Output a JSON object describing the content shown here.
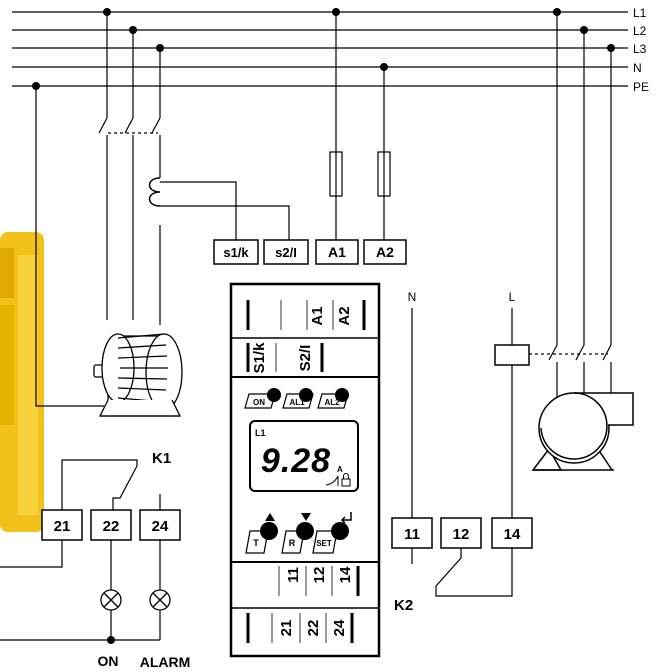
{
  "bus": {
    "l1": "L1",
    "l2": "L2",
    "l3": "L3",
    "n": "N",
    "pe": "PE"
  },
  "ct_terminals": {
    "s1": "s1/k",
    "s2": "s2/I"
  },
  "supply_terminals": {
    "a1": "A1",
    "a2": "A2"
  },
  "device": {
    "top_labels": {
      "a1": "A1",
      "a2": "A2",
      "s1": "S1/k",
      "s2": "S2/I"
    },
    "leds": {
      "on": "ON",
      "al1": "AL1",
      "al2": "AL2"
    },
    "display": {
      "phase": "L1",
      "value": "9.28",
      "unit": "A"
    },
    "buttons": {
      "t": "T",
      "r": "R",
      "set": "SET"
    },
    "bottom_labels": {
      "c11": "11",
      "c12": "12",
      "c14": "14",
      "c21": "21",
      "c22": "22",
      "c24": "24"
    }
  },
  "relay_k1": {
    "name": "K1",
    "t21": "21",
    "t22": "22",
    "t24": "24",
    "lamp_on": "ON",
    "lamp_alarm": "ALARM"
  },
  "relay_k2": {
    "name": "K2",
    "t11": "11",
    "t12": "12",
    "t14": "14",
    "n_label": "N",
    "l_label": "L"
  },
  "colors": {
    "housing_yellow": "#f2c21a",
    "wire": "#000000"
  }
}
